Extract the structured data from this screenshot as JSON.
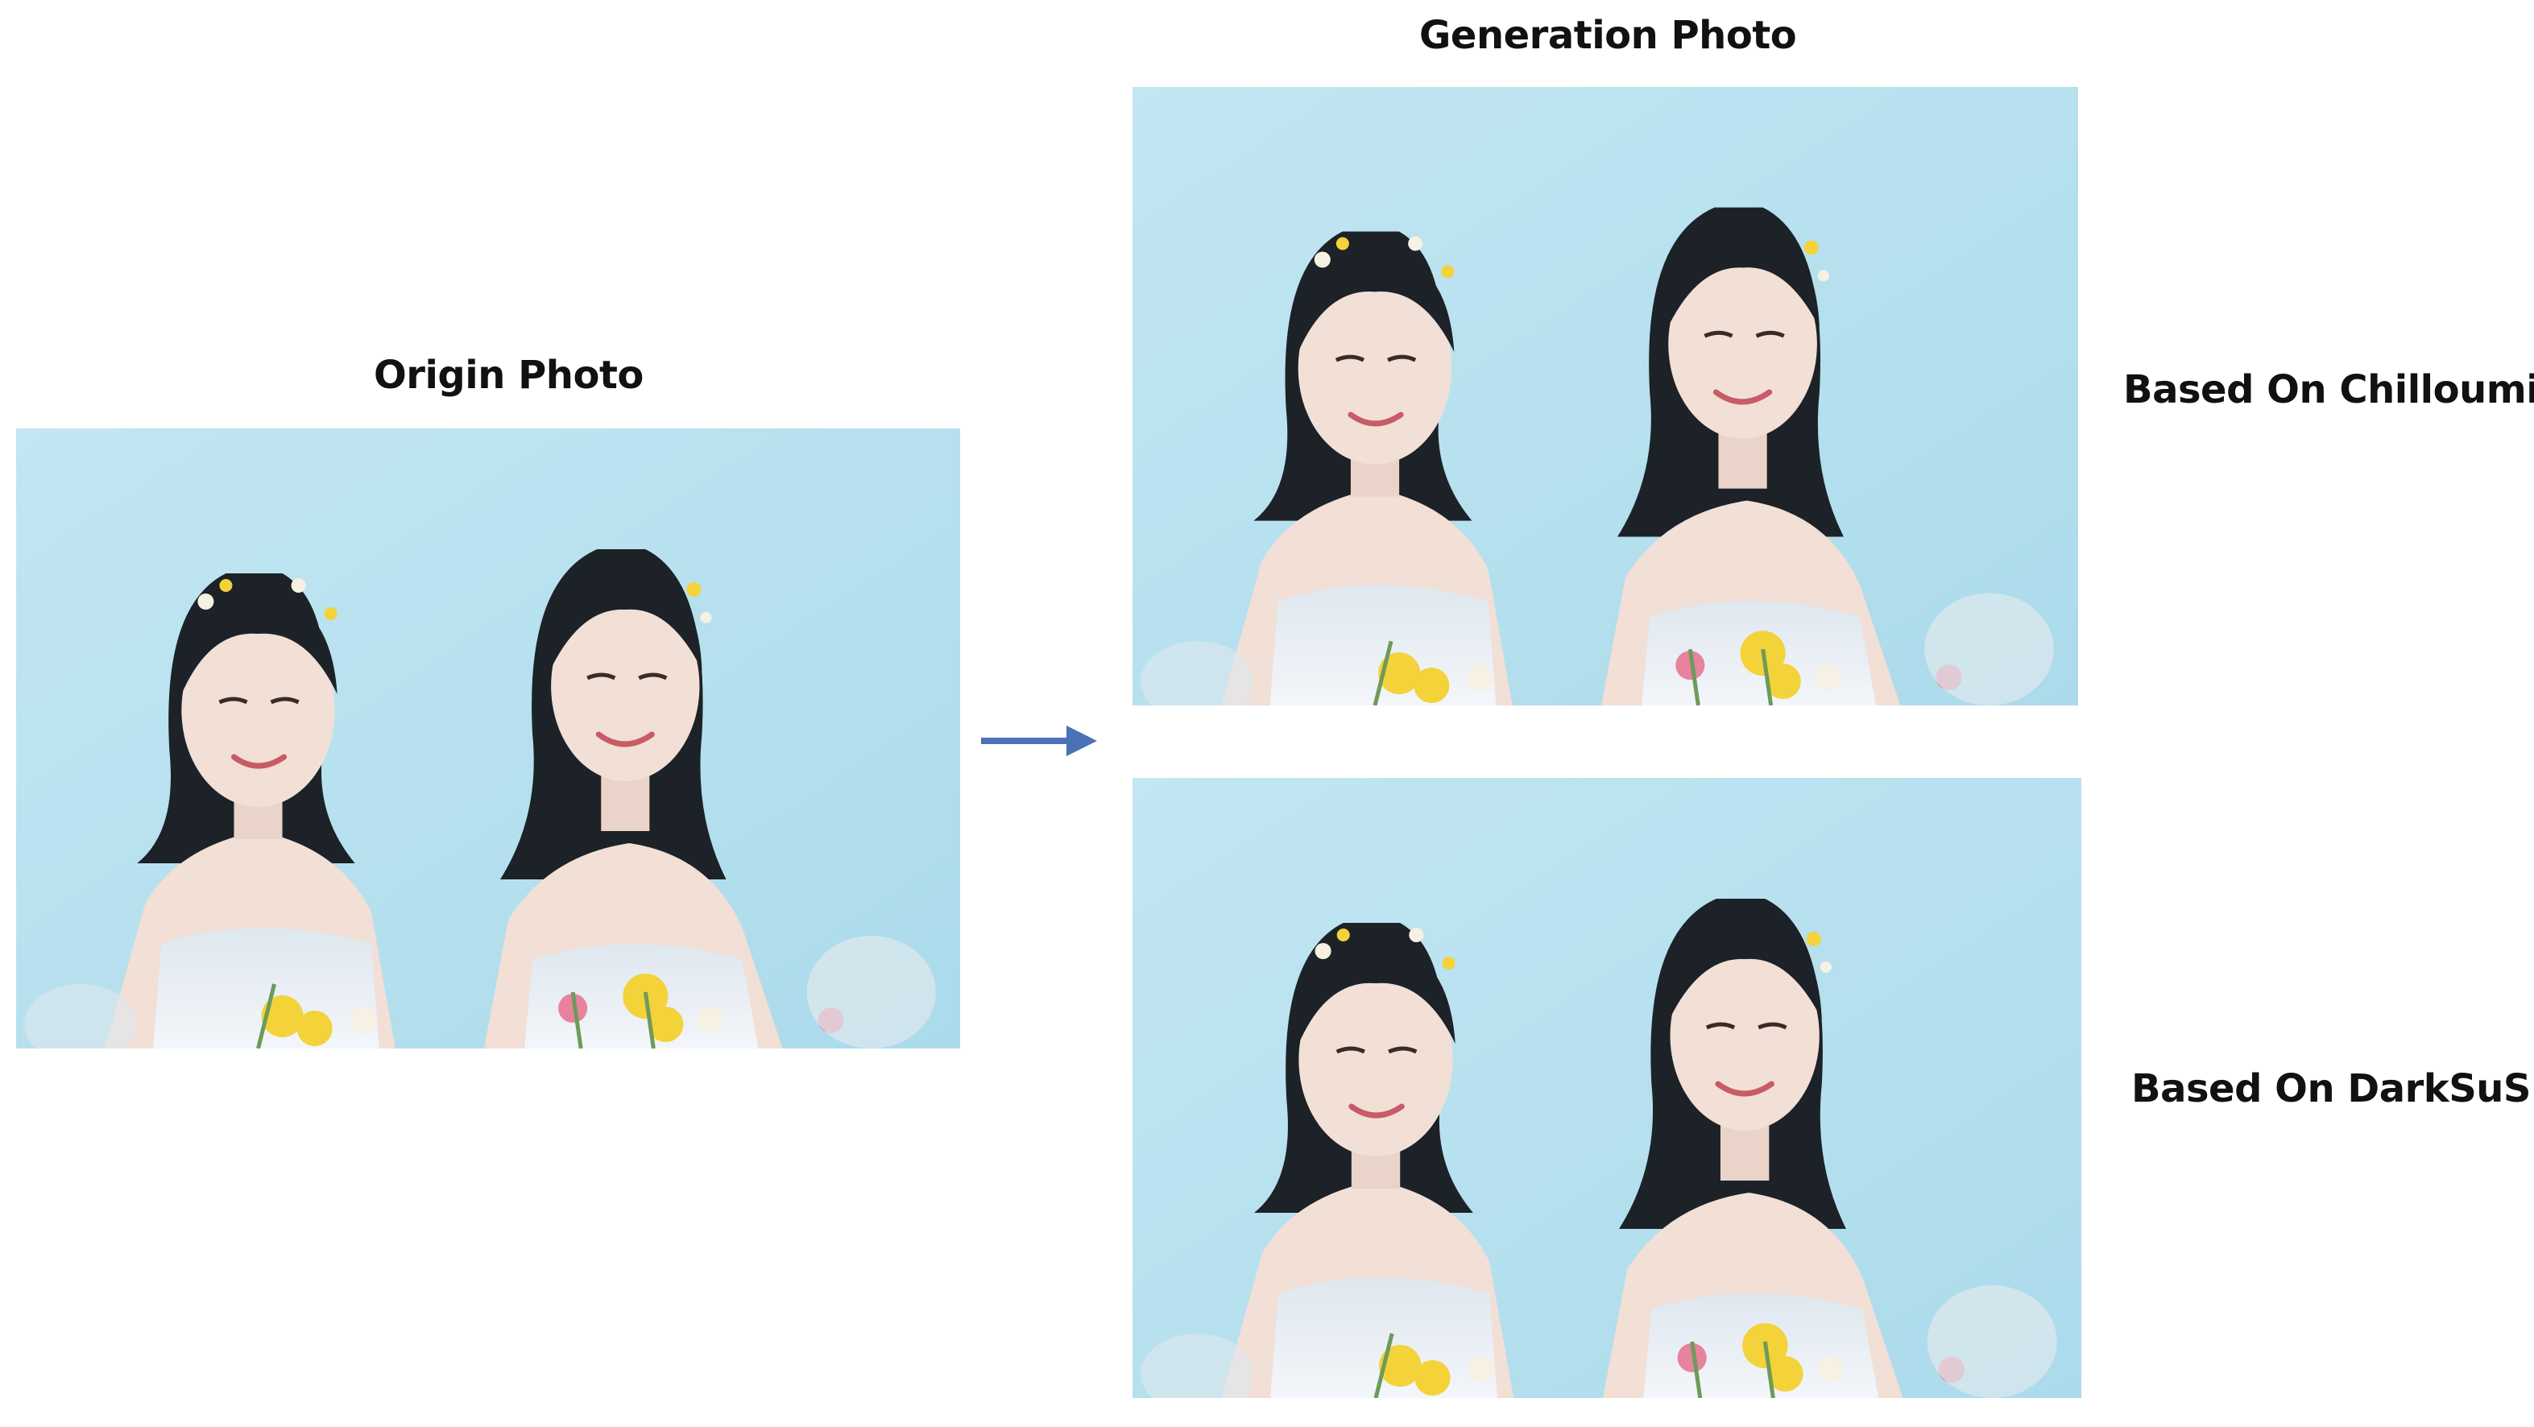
{
  "labels": {
    "origin_title": "Origin Photo",
    "generation_title": "Generation Photo",
    "model_1": "Based On Chilloumix",
    "model_2": "Based On DarkSuShi"
  },
  "colors": {
    "backdrop": "#b9e2ef",
    "hair": "#1c2227",
    "skin": "#f2dfd6",
    "dress": "#eef2f7",
    "arrow": "#4a72b5",
    "flower_yellow": "#f4d23a",
    "flower_pink": "#e7839c"
  },
  "icons": {
    "arrow": "arrow-right-icon"
  }
}
